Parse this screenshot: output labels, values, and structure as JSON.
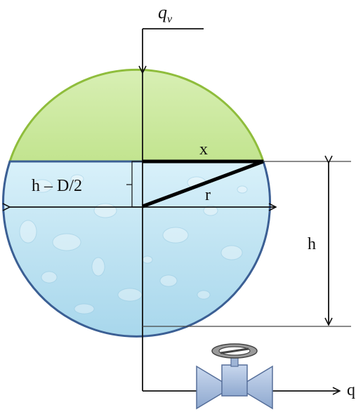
{
  "labels": {
    "inflow": "q",
    "inflow_sub": "v",
    "chord": "x",
    "offset": "h – D/2",
    "radius": "r",
    "height": "h",
    "outflow": "q"
  },
  "colors": {
    "empty_region_fill": "#c9e89a",
    "empty_region_stroke": "#8fbd3c",
    "liquid_fill": "#bfe6f4",
    "liquid_stroke": "#3b5f94",
    "line": "#111111",
    "valve_fill": "#a9c0e0",
    "valve_stroke": "#566f9a"
  },
  "icons": {
    "valve": "gate-valve-icon",
    "handwheel": "handwheel-icon"
  }
}
